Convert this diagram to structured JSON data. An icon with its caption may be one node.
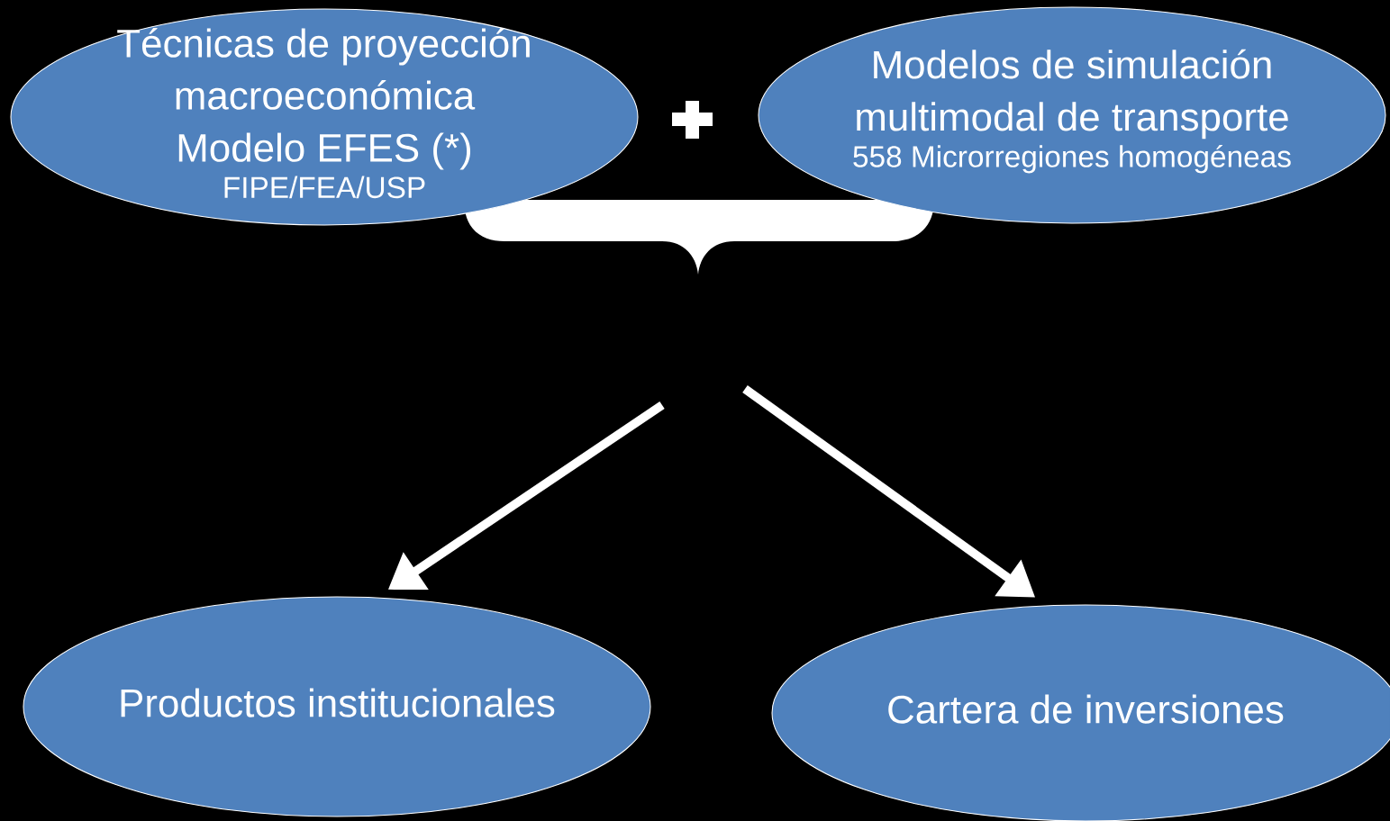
{
  "diagram": {
    "nodes": [
      {
        "text": [
          "Técnicas de proyección macroeconómica",
          "Modelo EFES (*)",
          "FIPE/FEA/USP"
        ]
      },
      {
        "text": [
          "Modelos de simulación multimodal de transporte",
          "558 Microrregiones homogéneas"
        ]
      },
      {
        "text": [
          "Productos institucionales"
        ]
      },
      {
        "text": [
          "Cartera de inversiones"
        ]
      }
    ],
    "edges": [
      {
        "from": null,
        "to": 2,
        "arrow": "to"
      },
      {
        "from": null,
        "to": 3,
        "arrow": "to"
      }
    ]
  }
}
